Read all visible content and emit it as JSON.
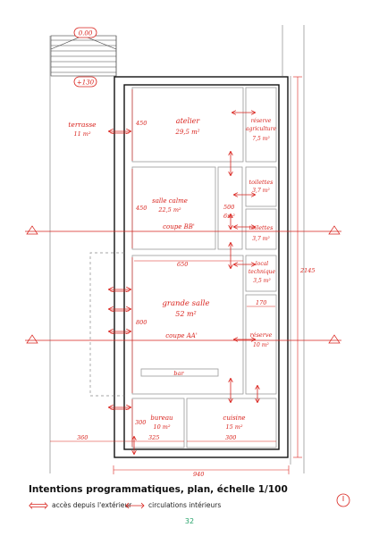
{
  "plan": {
    "levels": {
      "top": "0.00",
      "bottom": "+130"
    },
    "rooms": [
      {
        "id": "terrasse",
        "name": "terrasse",
        "area": "11 m²"
      },
      {
        "id": "atelier",
        "name": "atelier",
        "area": "29,5 m²"
      },
      {
        "id": "reserve-agriculture",
        "name": "réserve agriculture",
        "area": "7,5 m²"
      },
      {
        "id": "toilettes-1",
        "name": "toilettes",
        "area": "3,7 m²"
      },
      {
        "id": "salle-calme",
        "name": "salle calme",
        "area": "22,5 m²"
      },
      {
        "id": "toilettes-2",
        "name": "toilettes",
        "area": "3,7 m²"
      },
      {
        "id": "local-technique",
        "name": "local technique",
        "area": "3,5 m²"
      },
      {
        "id": "grande-salle",
        "name": "grande salle",
        "area": "52 m²"
      },
      {
        "id": "reserve",
        "name": "réserve",
        "area": "10 m²"
      },
      {
        "id": "bar",
        "name": "bar",
        "area": ""
      },
      {
        "id": "bureau",
        "name": "bureau",
        "area": "10 m²"
      },
      {
        "id": "cuisine",
        "name": "cuisine",
        "area": "15 m²"
      }
    ],
    "dimensions": {
      "d450a": "450",
      "d450b": "450",
      "d500": "500",
      "d6m2": "6m²",
      "d650": "650",
      "d170": "170",
      "d800": "800",
      "d300": "300",
      "d325": "325",
      "d360": "360",
      "d300b": "300",
      "d940": "940",
      "d2145": "2145"
    },
    "sections": {
      "coupe_bb": "coupe BB'",
      "coupe_aa": "coupe AA'"
    }
  },
  "caption": "Intentions programmatiques, plan, échelle 1/100",
  "legend": {
    "outside_access": "accès depuis l'extérieur",
    "inside_circulation": "circulations intérieurs"
  },
  "page_number": "32",
  "colors": {
    "annotation": "#d9231d",
    "page_number": "#27a36a",
    "wall": "#111111"
  }
}
